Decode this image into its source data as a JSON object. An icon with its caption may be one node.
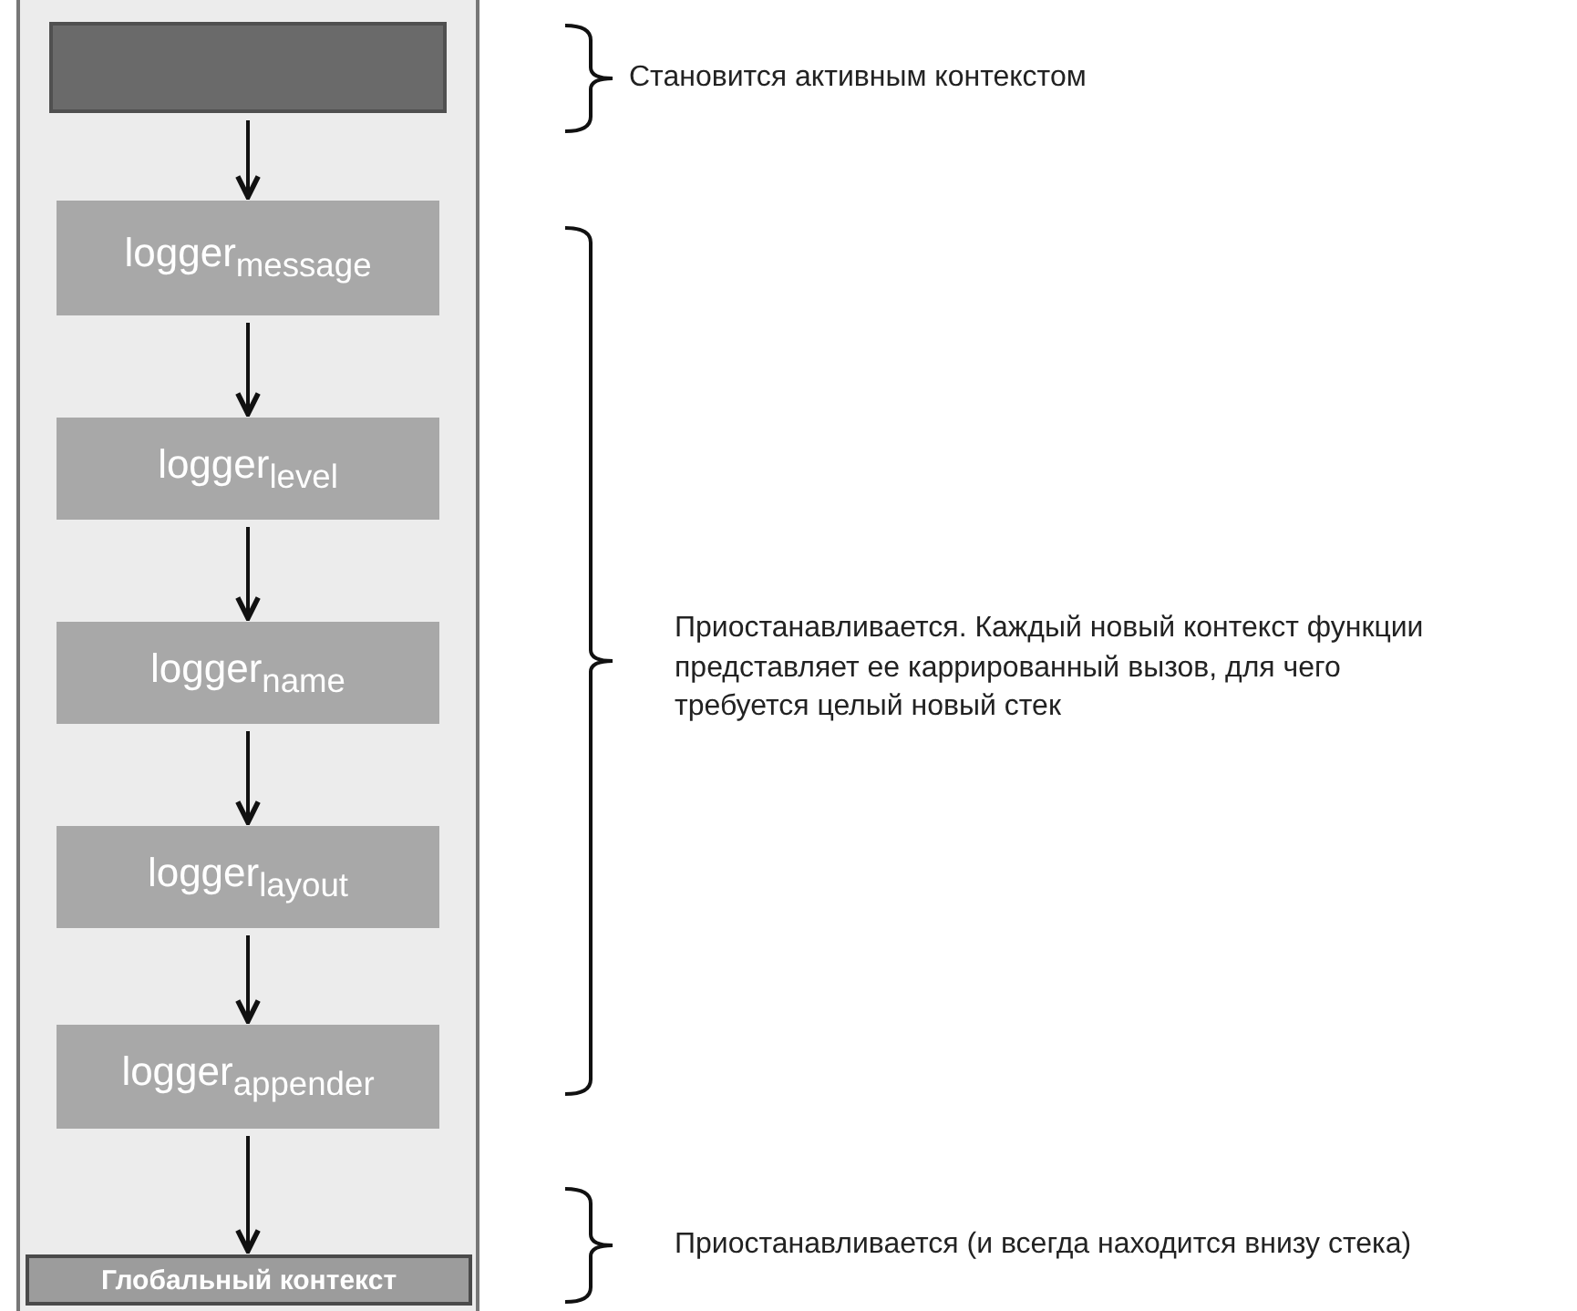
{
  "diagram": {
    "nodes": [
      {
        "text": [],
        "shape": "box"
      },
      {
        "text": [
          "logger$_{message}$"
        ]
      },
      {
        "text": [
          "logger$_{level}$"
        ]
      },
      {
        "text": [
          "logger$_{name}$"
        ]
      },
      {
        "text": [
          "logger$_{layout}$"
        ]
      },
      {
        "text": [
          "logger$_{appender}$"
        ]
      },
      {
        "text": [
          "Глобальный контекст"
        ]
      }
    ],
    "edges": [
      {
        "from": 0,
        "to": 1,
        "arrow": "to"
      },
      {
        "from": 1,
        "to": 2,
        "arrow": "to"
      },
      {
        "from": 2,
        "to": 3,
        "arrow": "to"
      },
      {
        "from": 3,
        "to": 4,
        "arrow": "to"
      },
      {
        "from": 4,
        "to": 5,
        "arrow": "to"
      },
      {
        "from": 5,
        "to": 6,
        "arrow": "to"
      }
    ],
    "labels": [
      "Становится активным контекстом",
      "Приостанавливается. Каждый новый контекст функции представляет ее каррированный вызов, для чего требуется целый новый стек",
      "Приостанавливается (и всегда находится внизу стека)"
    ]
  }
}
